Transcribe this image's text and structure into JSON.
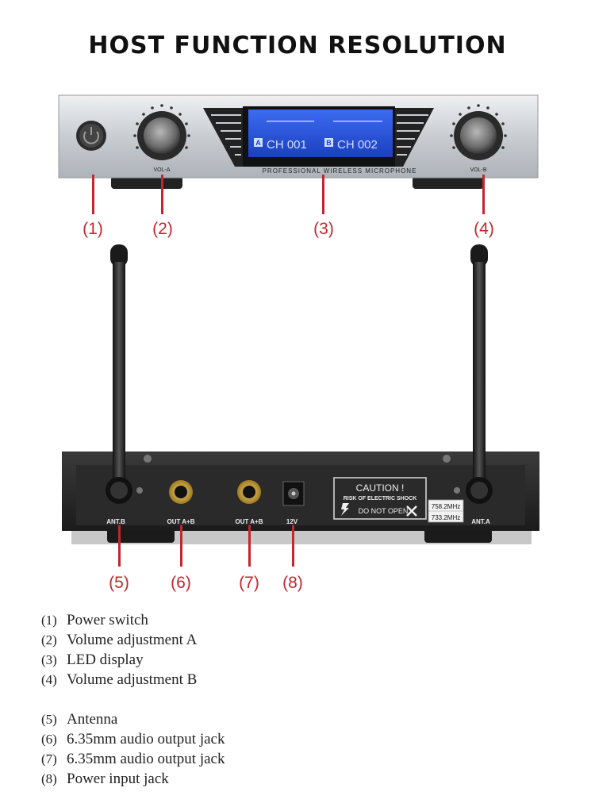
{
  "title": "HOST FUNCTION RESOLUTION",
  "front_panel": {
    "vol_a_label": "VOL-A",
    "vol_b_label": "VOL-B",
    "brand_text": "PROFESSIONAL WIRELESS MICROPHONE",
    "display": {
      "channel_a": "CH 001",
      "channel_b": "CH 002",
      "badge_a": "A",
      "badge_b": "B"
    }
  },
  "rear_panel": {
    "ant_b_label": "ANT.B",
    "out1_label": "OUT A+B",
    "out2_label": "OUT A+B",
    "power_label": "12V",
    "ant_a_label": "ANT.A",
    "caution_title": "CAUTION !",
    "caution_line1": "RISK OF ELECTRIC SHOCK",
    "caution_line2": "DO NOT OPEN",
    "freq_a": "758.2MHz",
    "freq_b": "733.2MHz"
  },
  "callouts": [
    "(1)",
    "(2)",
    "(3)",
    "(4)",
    "(5)",
    "(6)",
    "(7)",
    "(8)"
  ],
  "legend": [
    {
      "num": "(1)",
      "text": "Power switch"
    },
    {
      "num": "(2)",
      "text": "Volume adjustment A"
    },
    {
      "num": "(3)",
      "text": "LED display"
    },
    {
      "num": "(4)",
      "text": "Volume adjustment B"
    },
    {
      "num": "(5)",
      "text": "Antenna"
    },
    {
      "num": "(6)",
      "text": "6.35mm audio output jack"
    },
    {
      "num": "(7)",
      "text": "6.35mm audio output jack"
    },
    {
      "num": "(8)",
      "text": "Power input jack"
    }
  ],
  "colors": {
    "accent": "#c0282d",
    "lcd": "#2a57e6"
  }
}
